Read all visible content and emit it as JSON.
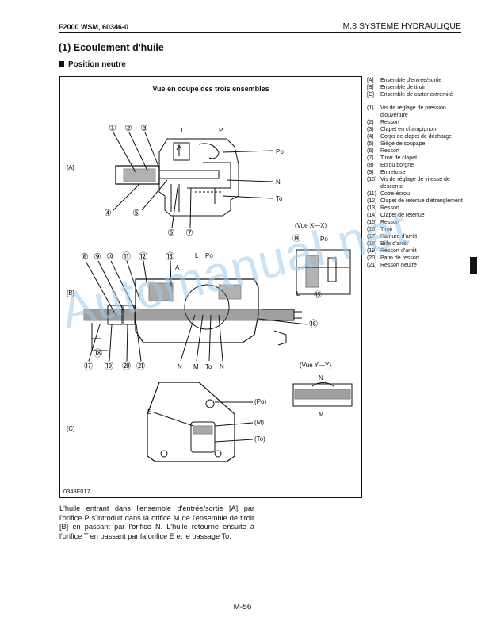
{
  "header": {
    "left": "F2000 WSM, 60346-0",
    "right": "M.8 SYSTEME HYDRAULIQUE"
  },
  "title": "(1) Ecoulement d'huile",
  "subtitle": "Position neutre",
  "figure": {
    "title": "Vue en coupe des trois ensembles",
    "code": "0343F017",
    "section_labels": [
      "[A]",
      "[B]",
      "[C]"
    ],
    "port_labels": {
      "T": "T",
      "P": "P",
      "Po": "Po",
      "N": "N",
      "To": "To",
      "L": "L",
      "A": "A",
      "M": "M",
      "E": "E",
      "Po_c": "(Po)",
      "M_c": "(M)",
      "To_c": "(To)"
    },
    "view_xx": "(Vue X—X)",
    "view_yy": "(Vue Y—Y)",
    "callouts_a": [
      "①",
      "②",
      "③",
      "④",
      "⑤",
      "⑥",
      "⑦"
    ],
    "callouts_b_top": [
      "⑧",
      "⑨",
      "⑩",
      "⑪",
      "⑫",
      "⑬"
    ],
    "callouts_b_bottom": [
      "⑱",
      "⑰",
      "⑲",
      "⑳",
      "㉑"
    ],
    "callout_16": "⑯",
    "callout_14": "⑭",
    "callout_15": "⑮"
  },
  "legend": {
    "assemblies": [
      {
        "key": "[A]",
        "text": "Ensemble d'entrée/sortie"
      },
      {
        "key": "[B]",
        "text": "Ensemble de tiroir"
      },
      {
        "key": "[C]",
        "text": "Ensemble de carter extrémité"
      }
    ],
    "parts": [
      {
        "key": "(1)",
        "text": "Vis de réglage de pression d'ouverture"
      },
      {
        "key": "(2)",
        "text": "Ressort"
      },
      {
        "key": "(3)",
        "text": "Clapet en champignon"
      },
      {
        "key": "(4)",
        "text": "Corps de clapet de décharge"
      },
      {
        "key": "(5)",
        "text": "Siège de soupape"
      },
      {
        "key": "(6)",
        "text": "Ressort"
      },
      {
        "key": "(7)",
        "text": "Tiroir de clapet"
      },
      {
        "key": "(8)",
        "text": "Ecrou borgne"
      },
      {
        "key": "(9)",
        "text": "Entretoise"
      },
      {
        "key": "(10)",
        "text": "Vis de réglage de vitesse de descente"
      },
      {
        "key": "(11)",
        "text": "Cotre-écrou"
      },
      {
        "key": "(12)",
        "text": "Clapet de retenue d'étranglement"
      },
      {
        "key": "(13)",
        "text": "Ressort"
      },
      {
        "key": "(14)",
        "text": "Clapet de retenue"
      },
      {
        "key": "(15)",
        "text": "Ressort"
      },
      {
        "key": "(16)",
        "text": "Tiroir"
      },
      {
        "key": "(17)",
        "text": "Rainure d'arrêt"
      },
      {
        "key": "(18)",
        "text": "Bille d'arrêt"
      },
      {
        "key": "(19)",
        "text": "Ressort d'arrêt"
      },
      {
        "key": "(20)",
        "text": "Patin de ressort"
      },
      {
        "key": "(21)",
        "text": "Ressort neutre"
      }
    ]
  },
  "body_text": "L'huile entrant dans l'ensemble d'entrée/sortie [A] par l'orifice P s'introduit dans la orifice M de l'ensemble de tiroir [B] en passant par l'orifice N. L'huile retourne ensuite à l'orifice T en passant par la orifice E et le passage To.",
  "page_number": "M-56",
  "watermark": "Automanual.net"
}
